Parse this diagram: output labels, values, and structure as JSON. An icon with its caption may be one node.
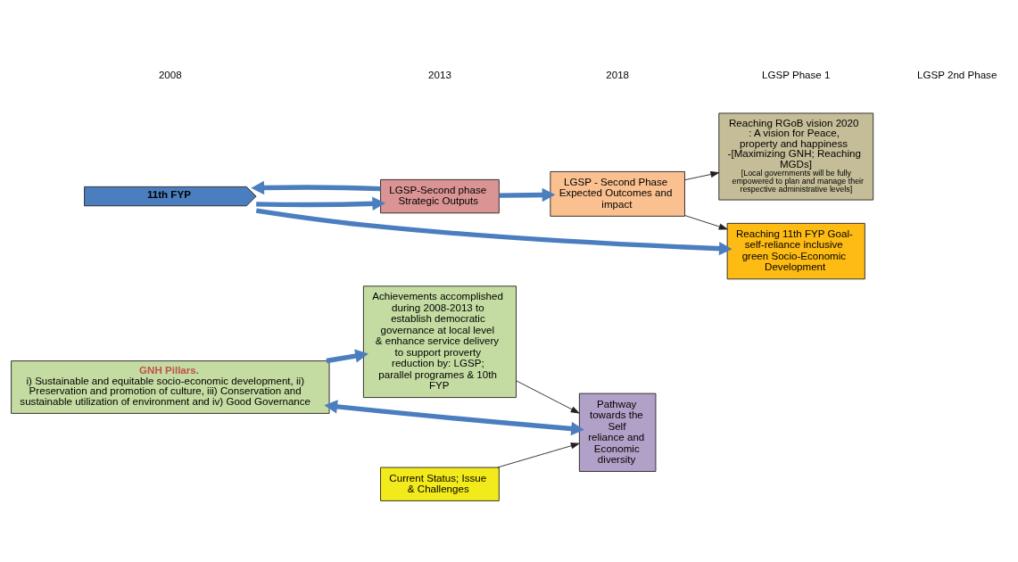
{
  "diagram": {
    "nodes": [
      {
        "text": [
          "GNH Pillars.",
          "i) Sustainable and equitable socio-economic development, ii) Preservation and promotion of culture, iii) Conservation and sustainable utilization of environment and iv) Good Governance"
        ]
      },
      {
        "text": [
          "Achievements accomplished during 2008-2013 to establish democratic governance at local level & enhance service delivery to support proverty reduction by: LGSP; parallel programes & 10th FYP"
        ]
      },
      {
        "text": [
          "Current Status; Issue & Challenges"
        ]
      },
      {
        "text": [
          "Pathway towards the Self reliance and Economic diversity"
        ]
      },
      {
        "text": [
          "11th FYP"
        ]
      },
      {
        "text": [
          "LGSP-Second phase Strategic Outputs"
        ]
      },
      {
        "text": [
          "LGSP - Second Phase Expected Outcomes and impact"
        ]
      },
      {
        "text": [
          "Reaching 11th FYP Goal-self-reliance inclusive green Socio-Economic Development"
        ]
      },
      {
        "text": [
          "Reaching RGoB vision 2020 : A vision for Peace, property and happiness -[Maximizing GNH; Reaching MGDs]",
          "[Local governments will be fully empowered to plan and manage their respective administrative levels]"
        ]
      }
    ],
    "edges": [
      {
        "from": 0,
        "to": 1,
        "arrow": "to"
      },
      {
        "from": 0,
        "to": 3,
        "arrow": "both"
      },
      {
        "from": 4,
        "to": 5,
        "arrow": "to"
      },
      {
        "from": 5,
        "to": 4,
        "arrow": "to"
      },
      {
        "from": 4,
        "to": 7,
        "arrow": "to"
      },
      {
        "from": 5,
        "to": 6,
        "arrow": "to"
      },
      {
        "from": 1,
        "to": 3,
        "arrow": "to",
        "color": "#231f20"
      },
      {
        "from": 2,
        "to": 3,
        "arrow": "to",
        "color": "#231f20"
      },
      {
        "from": 6,
        "to": 7,
        "arrow": "to",
        "color": "#231f20"
      },
      {
        "from": 6,
        "to": 8,
        "arrow": "to",
        "color": "#231f20"
      }
    ],
    "labels": [
      "2008",
      "2013",
      "2018",
      "LGSP Phase 1",
      "LGSP 2nd Phase"
    ]
  }
}
